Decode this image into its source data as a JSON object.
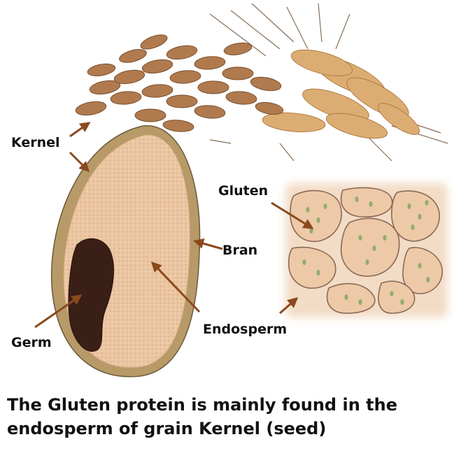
{
  "labels": {
    "kernel": "Kernel",
    "gluten": "Gluten",
    "bran": "Bran",
    "endosperm": "Endosperm",
    "germ": "Germ"
  },
  "caption": {
    "line1": "The Gluten protein is mainly found in the",
    "line2": "endosperm of grain Kernel (seed)"
  },
  "colors": {
    "arrow": "#8a4a1e",
    "endosperm": "#e9c2a0",
    "bran": "#b89a68",
    "germ": "#3a1f17",
    "wheat_grain": "#b07a4e",
    "wheat_ear": "#d9a86b",
    "gluten_dot": "#8fae6a"
  }
}
